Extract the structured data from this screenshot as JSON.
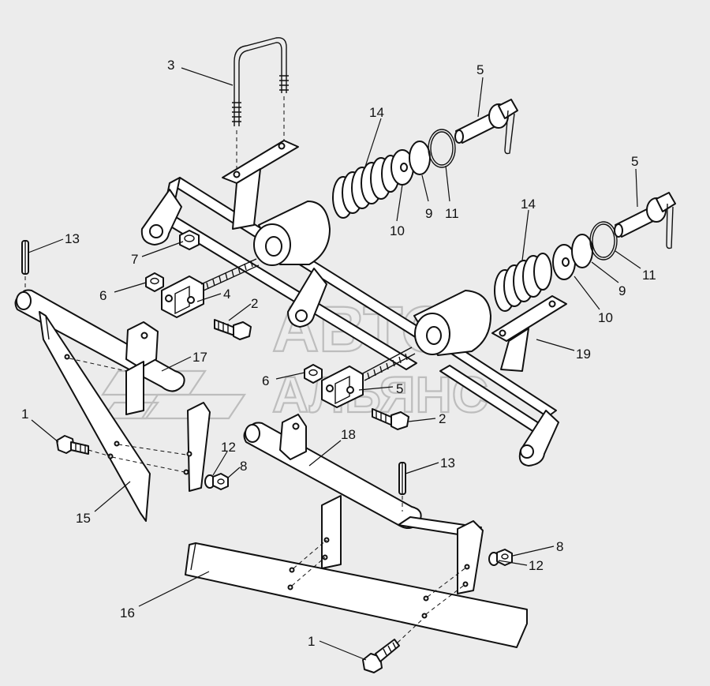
{
  "watermark": {
    "line1": "АВТО",
    "line2": "АЛЬЯНС"
  },
  "callouts": [
    {
      "id": "c3a",
      "text": "3"
    },
    {
      "id": "c14a",
      "text": "14"
    },
    {
      "id": "c5a",
      "text": "5"
    },
    {
      "id": "c9a",
      "text": "9"
    },
    {
      "id": "c10a",
      "text": "10"
    },
    {
      "id": "c11a",
      "text": "11"
    },
    {
      "id": "c5b",
      "text": "5"
    },
    {
      "id": "c14b",
      "text": "14"
    },
    {
      "id": "c11b",
      "text": "11"
    },
    {
      "id": "c9b",
      "text": "9"
    },
    {
      "id": "c10b",
      "text": "10"
    },
    {
      "id": "c19",
      "text": "19"
    },
    {
      "id": "c13a",
      "text": "13"
    },
    {
      "id": "c7",
      "text": "7"
    },
    {
      "id": "c6a",
      "text": "6"
    },
    {
      "id": "c4",
      "text": "4"
    },
    {
      "id": "c2a",
      "text": "2"
    },
    {
      "id": "c17",
      "text": "17"
    },
    {
      "id": "c6b",
      "text": "6"
    },
    {
      "id": "c5c",
      "text": "5"
    },
    {
      "id": "c2b",
      "text": "2"
    },
    {
      "id": "c1a",
      "text": "1"
    },
    {
      "id": "c12a",
      "text": "12"
    },
    {
      "id": "c8a",
      "text": "8"
    },
    {
      "id": "c15",
      "text": "15"
    },
    {
      "id": "c18",
      "text": "18"
    },
    {
      "id": "c13b",
      "text": "13"
    },
    {
      "id": "c8b",
      "text": "8"
    },
    {
      "id": "c12b",
      "text": "12"
    },
    {
      "id": "c16",
      "text": "16"
    },
    {
      "id": "c1b",
      "text": "1"
    }
  ]
}
